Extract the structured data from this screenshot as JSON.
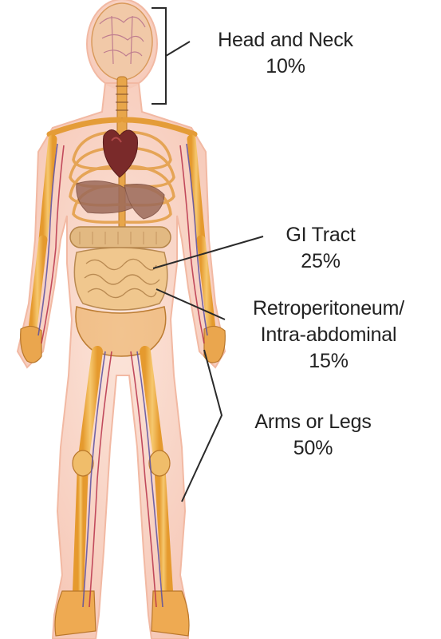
{
  "colors": {
    "skin_glow": "#f7cfc0",
    "skeleton": "#e9a43a",
    "skeleton_light": "#f2c16a",
    "organ_dark": "#7a2e2e",
    "organ_mid": "#a86a52",
    "intestine": "#e3b67a",
    "vein": "#5a4fa0",
    "artery": "#b8324a",
    "leader_line": "#2a2a2a"
  },
  "labels": {
    "head_neck": {
      "name": "Head and Neck",
      "percent": "10%"
    },
    "gi_tract": {
      "name": "GI Tract",
      "percent": "25%"
    },
    "retroperitoneum": {
      "line1": "Retroperitoneum/",
      "line2": "Intra-abdominal",
      "percent": "15%"
    },
    "limbs": {
      "name": "Arms or Legs",
      "percent": "50%"
    }
  },
  "icons": {
    "body": "human-anatomy-figure"
  }
}
